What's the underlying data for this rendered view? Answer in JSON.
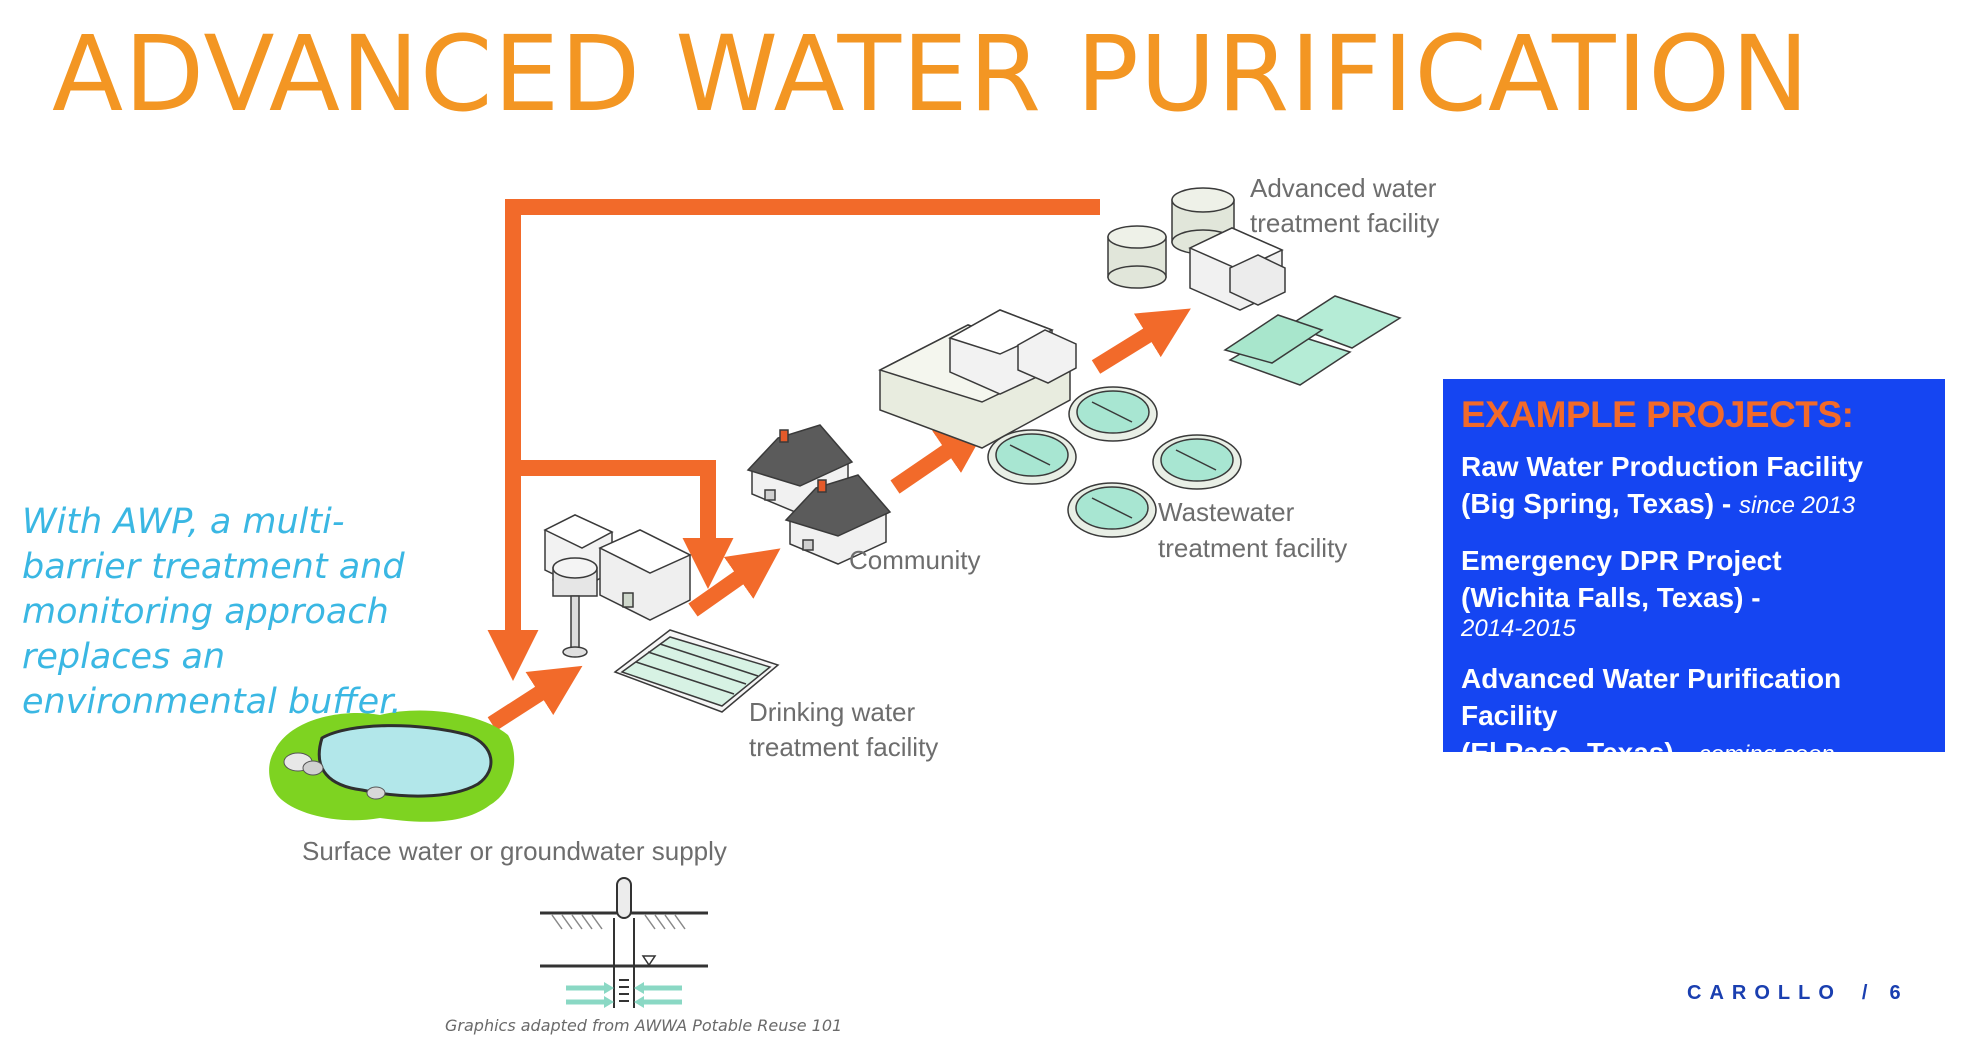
{
  "title": "ADVANCED WATER PURIFICATION",
  "labels": {
    "awt": [
      "Advanced water",
      "treatment facility"
    ],
    "wwt": [
      "Wastewater",
      "treatment facility"
    ],
    "community": "Community",
    "dwt": [
      "Drinking water",
      "treatment facility"
    ],
    "supply": "Surface water or groundwater supply"
  },
  "caption": "Graphics adapted from AWWA Potable Reuse 101",
  "side_note": "With AWP, a multi-barrier treatment and monitoring approach replaces an environmental buffer.",
  "projects": {
    "heading": "EXAMPLE PROJECTS:",
    "items": [
      {
        "line1": "Raw Water Production Facility",
        "line2": "(Big Spring, Texas) -",
        "years": "since 2013"
      },
      {
        "line1": "Emergency DPR Project",
        "line2": "(Wichita Falls, Texas) -",
        "years": "2014-2015"
      },
      {
        "line1": "Advanced Water Purification Facility",
        "line2": "(El Paso, Texas) -",
        "years": "coming soon"
      }
    ]
  },
  "footer": {
    "brand": "CAROLLO",
    "separator": "/",
    "page": "6"
  },
  "colors": {
    "title": "#f39623",
    "arrow": "#f26a2a",
    "side_note": "#3ab7e3",
    "box": "#1545f2",
    "footer": "#1a3fb0"
  }
}
